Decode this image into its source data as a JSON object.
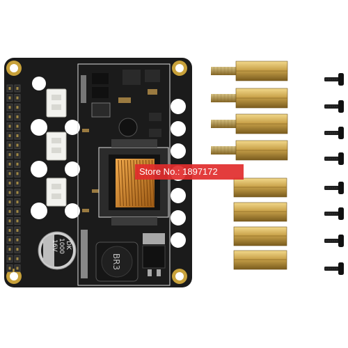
{
  "watermark": {
    "text": "Store No.: 1897172"
  },
  "board": {
    "capacitor_label": "DK",
    "capacitor_value": "1000",
    "capacitor_voltage": "16V",
    "inductor_label": "BR3"
  },
  "colors": {
    "pcb": "#1b1b1b",
    "gold_pad": "#c8a13a",
    "transformer_core": "#d38a2c",
    "brass": "#c9a24a",
    "screw": "#1a1a1a",
    "watermark": "#e12d2d"
  }
}
